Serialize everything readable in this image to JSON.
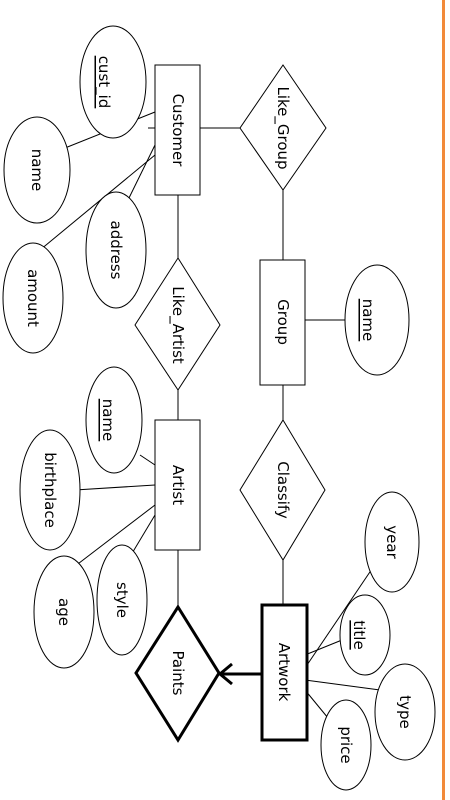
{
  "colors": {
    "background": "#ffffff",
    "ink": "#000000",
    "accent_edge": "#f28a3a"
  },
  "entities": {
    "customer": "Customer",
    "group": "Group",
    "artist": "Artist",
    "artwork": "Artwork"
  },
  "relationships": {
    "like_group": "Like_Group",
    "like_artist": "Like_Artist",
    "classify": "Classify",
    "paints": "Paints"
  },
  "attributes": {
    "cust_id": "cust_id",
    "customer_name": "name",
    "address": "address",
    "amount": "amount",
    "group_name": "name",
    "artist_name": "name",
    "birthplace": "birthplace",
    "age": "age",
    "style": "style",
    "year": "year",
    "title": "title",
    "type": "type",
    "price": "price"
  }
}
